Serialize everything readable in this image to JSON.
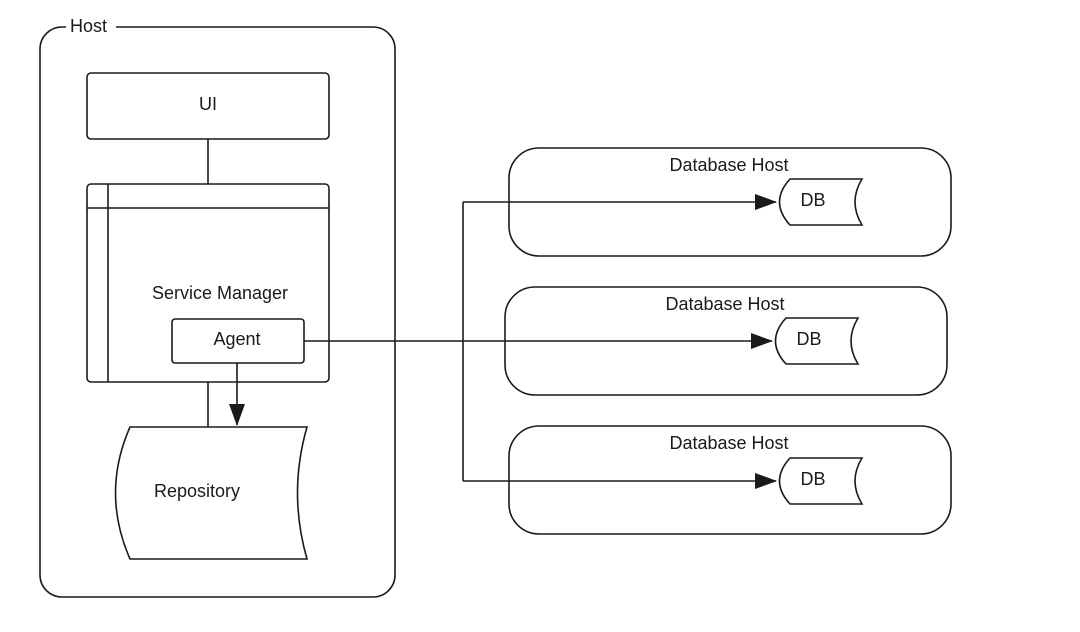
{
  "host": {
    "label": "Host",
    "ui_label": "UI",
    "service_manager_label": "Service Manager",
    "agent_label": "Agent",
    "repository_label": "Repository"
  },
  "database_hosts": [
    {
      "label": "Database Host",
      "db_label": "DB"
    },
    {
      "label": "Database Host",
      "db_label": "DB"
    },
    {
      "label": "Database Host",
      "db_label": "DB"
    }
  ],
  "colors": {
    "line": "#1a1a1a",
    "background": "#ffffff"
  }
}
